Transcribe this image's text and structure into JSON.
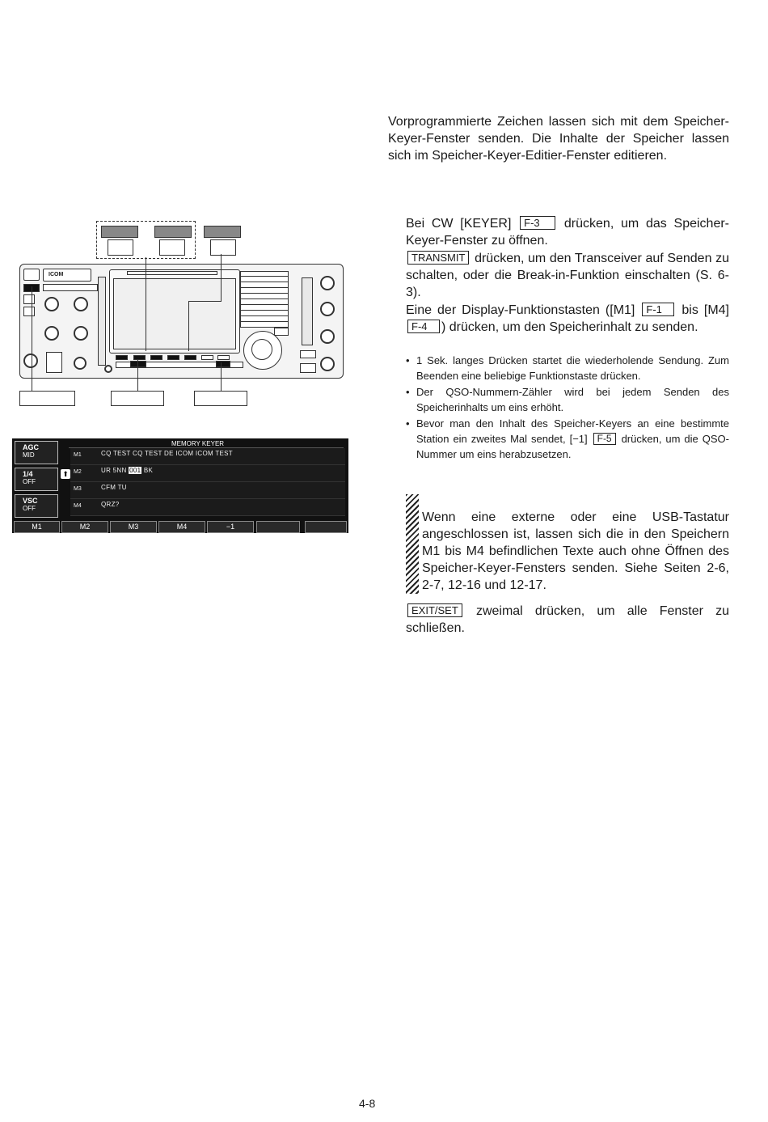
{
  "intro": "Vorprogrammierte Zeichen lassen sich mit dem Speicher-Keyer-Fenster senden. Die Inhalte der Speicher lassen sich im Speicher-Keyer-Editier-Fenster editieren.",
  "step1": {
    "pre": "Bei CW [KEYER]",
    "key": "F-3",
    "post": "drücken, um das Speicher-Keyer-Fenster zu öffnen."
  },
  "step2": {
    "key": "TRANSMIT",
    "post": "drücken, um den Transceiver auf Senden zu schalten, oder die Break-in-Funktion einschalten (S. 6-3)."
  },
  "step3": {
    "pre": "Eine der Display-Funktionstasten ([M1]",
    "key1": "F-1",
    "mid": "bis [M4]",
    "key2": "F-4",
    "post": ") drücken, um den Speicherinhalt zu senden."
  },
  "bullets": {
    "b1": "1 Sek. langes Drücken startet die wiederholende Sendung. Zum Beenden eine beliebige Funktionstaste drücken.",
    "b2": "Der QSO-Nummern-Zähler wird bei jedem Senden des Speicherinhalts um eins erhöht.",
    "b3_pre": "Bevor man den Inhalt des Speicher-Keyers an eine bestimmte Station ein zweites Mal sendet, [−1]",
    "b3_key": "F-5",
    "b3_post": "drücken, um die QSO-Nummer um eins herabzusetzen."
  },
  "note": "Wenn eine externe oder eine USB-Tastatur angeschlossen ist, lassen sich die in den Speichern M1 bis M4 befindlichen Texte auch ohne Öffnen des Speicher-Keyer-Fensters senden. Siehe Seiten 2-6, 2-7, 12-16 und 12-17.",
  "step4": {
    "key": "EXIT/SET",
    "post": "zweimal drücken, um alle Fenster zu schließen."
  },
  "radio": {
    "brand": "ICOM"
  },
  "screen": {
    "title": "MEMORY KEYER",
    "side": [
      {
        "top": "AGC",
        "bot": "MID"
      },
      {
        "top": "1/4",
        "bot": "OFF"
      },
      {
        "top": "VSC",
        "bot": "OFF"
      }
    ],
    "rows": [
      {
        "label": "M1",
        "text": "CQ  TEST  CQ  TEST  DE  ICOM  ICOM  TEST"
      },
      {
        "label": "M2",
        "text_pre": "UR  5NN",
        "text_hl": "001",
        "text_post": "BK"
      },
      {
        "label": "M3",
        "text": "CFM  TU"
      },
      {
        "label": "M4",
        "text": "QRZ?"
      }
    ],
    "fkeys": [
      "M1",
      "M2",
      "M3",
      "M4",
      "−1",
      "",
      ""
    ],
    "arrow_icon": "up-arrow-icon"
  },
  "page_number": "4-8"
}
